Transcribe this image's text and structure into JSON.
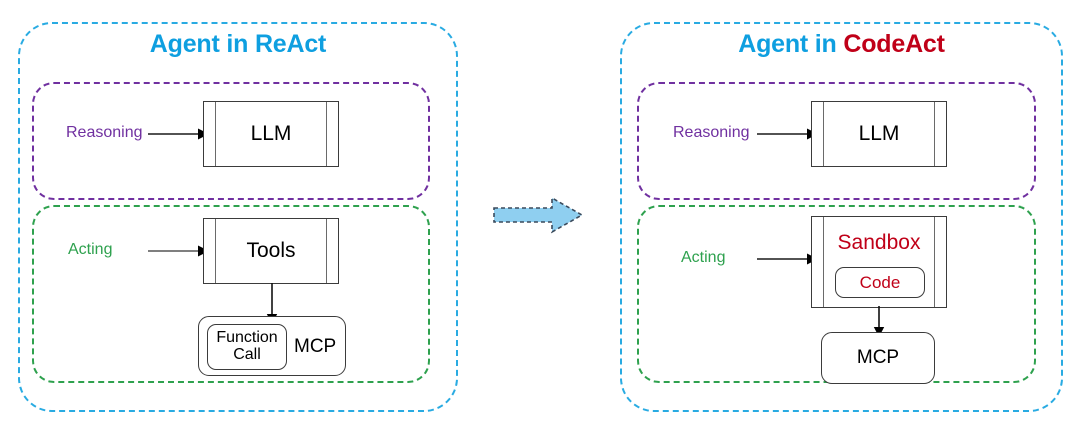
{
  "figure": {
    "type": "comparison-diagram",
    "caption_left": "Agent in ReAct",
    "caption_right": "Agent in CodeAct"
  },
  "colors": {
    "outer_blue": "#29ABE2",
    "title_blue": "#0E9FE0",
    "reasoning_purple": "#7030A0",
    "acting_green": "#2EA14E",
    "accent_red": "#C00018",
    "arrow_fill": "#8FCFF0",
    "node_stroke": "#3b3b3b"
  },
  "left_panel": {
    "title_prefix": "Agent in ",
    "title_accent": "ReAct",
    "reasoning": {
      "label": "Reasoning",
      "node": "LLM"
    },
    "acting": {
      "label": "Acting",
      "node": "Tools",
      "mcp": {
        "label": "MCP",
        "inner_line1": "Function",
        "inner_line2": "Call"
      }
    }
  },
  "right_panel": {
    "title_prefix": "Agent in ",
    "title_accent": "CodeAct",
    "reasoning": {
      "label": "Reasoning",
      "node": "LLM"
    },
    "acting": {
      "label": "Acting",
      "node": "Sandbox",
      "inner_node": "Code",
      "mcp": {
        "label": "MCP"
      }
    }
  },
  "transition_arrow": {
    "name": "block-arrow-right",
    "direction": "right"
  }
}
